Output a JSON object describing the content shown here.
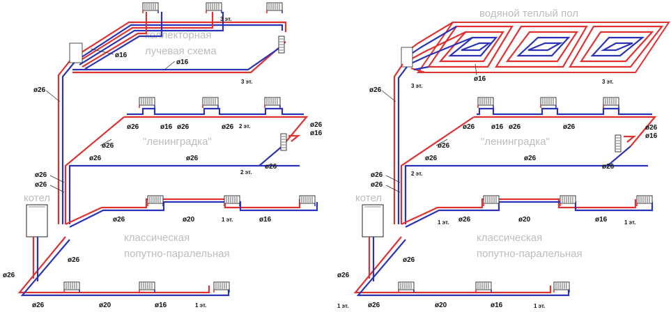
{
  "left": {
    "top_caption_1": "коллекторная",
    "top_caption_2": "лучевая схема",
    "mid_caption": "\"ленинградка\"",
    "bottom_caption_1": "классическая",
    "bottom_caption_2": "попутно-паралельная",
    "boiler_label": "котел",
    "labels": {
      "riser_top": "ø26",
      "collector_16a": "ø16",
      "collector_16b": "ø16",
      "mid_26a": "ø26",
      "mid_16": "ø16",
      "mid_26b": "ø26",
      "mid_26c": "ø26",
      "mid_26_right": "ø26",
      "mid_16_right": "ø16",
      "mid_26_diag": "ø26",
      "mid_26_back": "ø26",
      "mid_26_back2": "ø26",
      "mid_26_br": "ø26",
      "riser_26a": "ø26",
      "riser_26b": "ø26",
      "cl_26": "ø26",
      "cl_20": "ø20",
      "cl_16": "ø16",
      "cl_diag": "ø26",
      "bot_26_left": "ø26",
      "bot_26": "ø26",
      "bot_20": "ø20",
      "bot_16": "ø16"
    },
    "floors": {
      "f3a": "3 эт.",
      "f3b": "3 эт.",
      "f2": "2 эт.",
      "f2b": "2 эт.",
      "f1a": "1 эт.",
      "f1b": "1 эт."
    }
  },
  "right": {
    "top_caption": "водяной теплый пол",
    "mid_caption": "\"ленинградка\"",
    "bottom_caption_1": "классическая",
    "bottom_caption_2": "попутно-паралельная",
    "boiler_label": "котел",
    "labels": {
      "riser_top": "ø26",
      "floor_16": "ø16",
      "mid_26a": "ø26",
      "mid_16": "ø16",
      "mid_26b": "ø26",
      "mid_26c": "ø26",
      "mid_26_right": "ø26",
      "mid_16_right": "ø16",
      "mid_26_diag": "ø26",
      "mid_26_back": "ø26",
      "mid_26_br": "ø26",
      "riser_26a": "ø26",
      "riser_26b": "ø26",
      "cl_26": "ø26",
      "cl_20": "ø20",
      "cl_16": "ø16",
      "cl_diag": "ø26",
      "bot_26_left": "ø26",
      "bot_26": "ø26",
      "bot_20": "ø20",
      "bot_16": "ø16"
    },
    "floors": {
      "f3a": "3 эт.",
      "f3b": "3 эт.",
      "f2": "2 эт.",
      "f1a": "1 эт.",
      "f1b": "1 эт.",
      "f1c": "1 эт.",
      "f1d": "1 эт."
    }
  },
  "colors": {
    "supply": "#e03030",
    "return": "#2a33b8",
    "caption": "#bdbdbd"
  }
}
